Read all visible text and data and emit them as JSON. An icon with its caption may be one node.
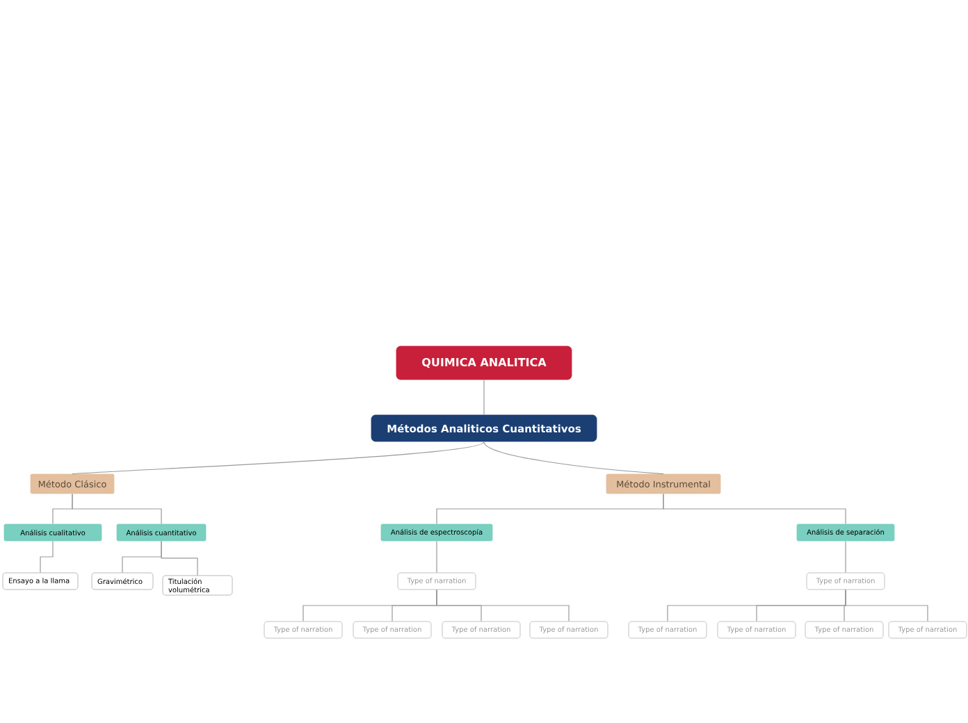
{
  "diagram": {
    "nodes": [
      {
        "text": [
          "QUIMICA ANALITICA"
        ]
      },
      {
        "text": [
          "Métodos Analiticos Cuantitativos"
        ]
      },
      {
        "text": [
          "Método Clásico"
        ]
      },
      {
        "text": [
          "Método Instrumental"
        ]
      },
      {
        "text": [
          "Análisis cualitativo"
        ]
      },
      {
        "text": [
          "Análisis cuantitativo"
        ]
      },
      {
        "text": [
          "Ensayo a la llama"
        ]
      },
      {
        "text": [
          "Gravimétrico"
        ]
      },
      {
        "text": [
          "Titulación volumétrica"
        ]
      },
      {
        "text": [
          "Análisis de espectroscopía"
        ]
      },
      {
        "text": [
          "Análisis de separación"
        ]
      },
      {
        "text": [
          "Type of narration"
        ]
      },
      {
        "text": [
          "Type of narration"
        ]
      },
      {
        "text": [
          "Type of narration"
        ]
      },
      {
        "text": [
          "Type of narration"
        ]
      },
      {
        "text": [
          "Type of narration"
        ]
      },
      {
        "text": [
          "Type of narration"
        ]
      },
      {
        "text": [
          "Type of narration"
        ]
      },
      {
        "text": [
          "Type of narration"
        ]
      },
      {
        "text": [
          "Type of narration"
        ]
      },
      {
        "text": [
          "Type of narration"
        ]
      }
    ],
    "edges": [
      {
        "from": 0,
        "to": 1,
        "arrow": "none"
      },
      {
        "from": 1,
        "to": 2,
        "arrow": "none"
      },
      {
        "from": 1,
        "to": 3,
        "arrow": "none"
      },
      {
        "from": 2,
        "to": 4,
        "arrow": "none"
      },
      {
        "from": 2,
        "to": 5,
        "arrow": "none"
      },
      {
        "from": 4,
        "to": 6,
        "arrow": "none"
      },
      {
        "from": 5,
        "to": 7,
        "arrow": "none"
      },
      {
        "from": 5,
        "to": 8,
        "arrow": "none"
      },
      {
        "from": 3,
        "to": 9,
        "arrow": "none"
      },
      {
        "from": 3,
        "to": 10,
        "arrow": "none"
      },
      {
        "from": 9,
        "to": 11,
        "arrow": "none"
      },
      {
        "from": 11,
        "to": 12,
        "arrow": "none"
      },
      {
        "from": 11,
        "to": 13,
        "arrow": "none"
      },
      {
        "from": 11,
        "to": 14,
        "arrow": "none"
      },
      {
        "from": 11,
        "to": 15,
        "arrow": "none"
      },
      {
        "from": 10,
        "to": 16,
        "arrow": "none"
      },
      {
        "from": 16,
        "to": 17,
        "arrow": "none"
      },
      {
        "from": 16,
        "to": 18,
        "arrow": "none"
      },
      {
        "from": 16,
        "to": 19,
        "arrow": "none"
      },
      {
        "from": 16,
        "to": 20,
        "arrow": "none"
      }
    ]
  }
}
